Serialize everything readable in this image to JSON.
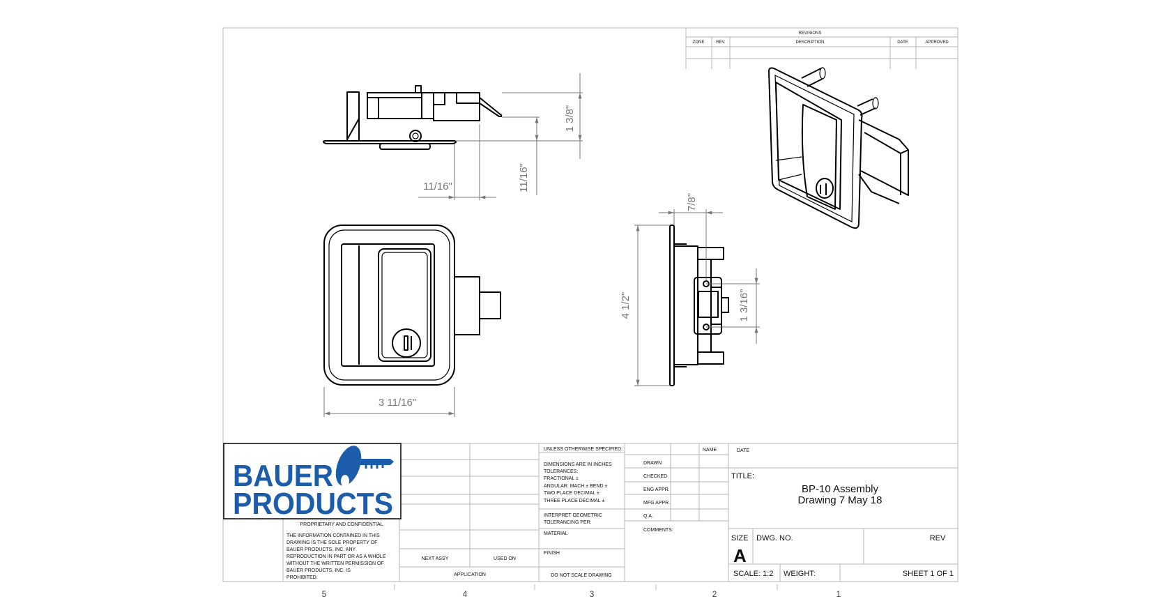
{
  "revisions": {
    "heading": "REVISIONS",
    "columns": [
      "ZONE",
      "REV.",
      "DESCRIPTION",
      "DATE",
      "APPROVED"
    ]
  },
  "views": {
    "top": {
      "dims": [
        "1 3/8\"",
        "11/16\"",
        "11/16\""
      ]
    },
    "front": {
      "dims": [
        "3 11/16\""
      ]
    },
    "side": {
      "dims": [
        "7/8\"",
        "4 1/2\"",
        "1 3/16\""
      ]
    }
  },
  "logo": {
    "line1": "BAUER",
    "line2": "PRODUCTS",
    "color": "#1b5cab"
  },
  "proprietary": {
    "heading": "PROPRIETARY AND CONFIDENTIAL",
    "lines": [
      "THE INFORMATION CONTAINED IN THIS",
      "DRAWING IS THE SOLE PROPERTY OF",
      "BAUER PRODUCTS, INC. ANY",
      "REPRODUCTION IN PART OR AS A WHOLE",
      "WITHOUT THE WRITTEN PERMISSION OF",
      "BAUER PRODUCTS, INC. IS",
      "PROHIBITED."
    ]
  },
  "application": {
    "next_assy": "NEXT ASSY",
    "used_on": "USED ON",
    "label": "APPLICATION"
  },
  "spec": {
    "heading": "UNLESS OTHERWISE SPECIFIED:",
    "lines": [
      "DIMENSIONS ARE IN INCHES",
      "TOLERANCES:",
      "FRACTIONAL ±",
      "ANGULAR: MACH ±   BEND ±",
      "TWO PLACE DECIMAL   ±",
      "THREE PLACE DECIMAL  ±"
    ],
    "interpret": [
      "INTERPRET GEOMETRIC",
      "TOLERANCING PER:"
    ],
    "material": "MATERIAL",
    "finish": "FINISH",
    "no_scale": "DO NOT SCALE DRAWING"
  },
  "approvals": {
    "name": "NAME",
    "date": "DATE",
    "rows": [
      "DRAWN",
      "CHECKED",
      "ENG APPR.",
      "MFG APPR.",
      "Q.A."
    ],
    "comments": "COMMENTS:"
  },
  "title_block": {
    "title_label": "TITLE:",
    "title_line1": "BP-10 Assembly",
    "title_line2": "Drawing 7 May 18",
    "size_label": "SIZE",
    "size": "A",
    "dwg_no_label": "DWG. NO.",
    "rev_label": "REV",
    "scale": "SCALE: 1:2",
    "weight": "WEIGHT:",
    "sheet": "SHEET 1 OF 1"
  },
  "zones": [
    "5",
    "4",
    "3",
    "2",
    "1"
  ]
}
